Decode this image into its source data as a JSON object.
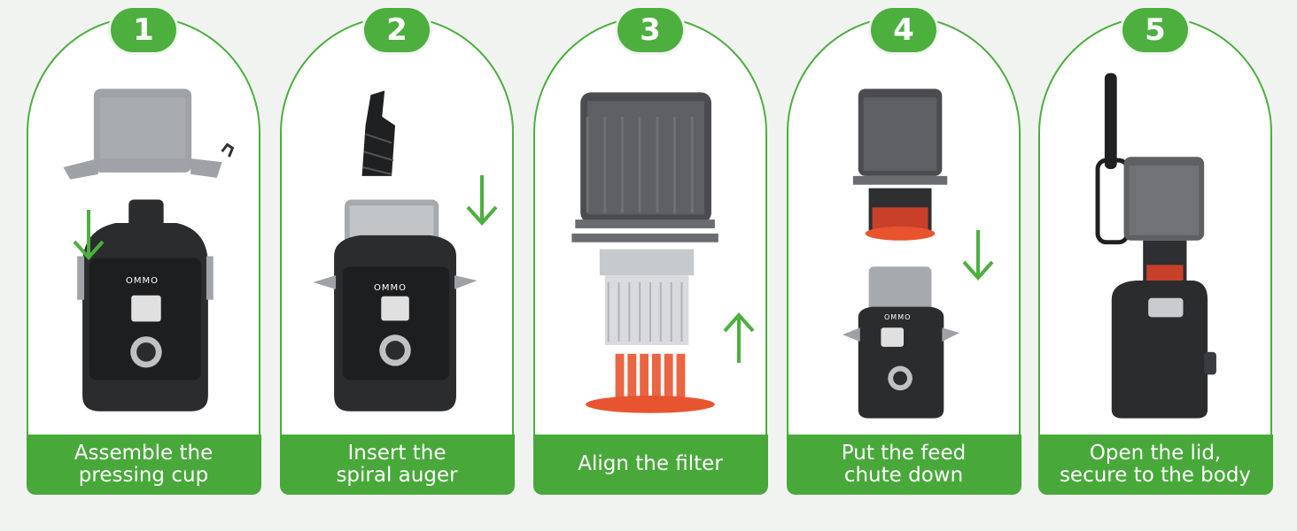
{
  "brand": "OMMO",
  "colors": {
    "accent": "#4caf3e",
    "orange": "#e8542f",
    "body": "#2b2c2e"
  },
  "steps": [
    {
      "number": "1",
      "caption": "Assemble the\npressing cup"
    },
    {
      "number": "2",
      "caption": "Insert the\nspiral auger"
    },
    {
      "number": "3",
      "caption": "Align the filter"
    },
    {
      "number": "4",
      "caption": "Put the feed\nchute down"
    },
    {
      "number": "5",
      "caption": "Open the lid,\nsecure to the body"
    }
  ]
}
